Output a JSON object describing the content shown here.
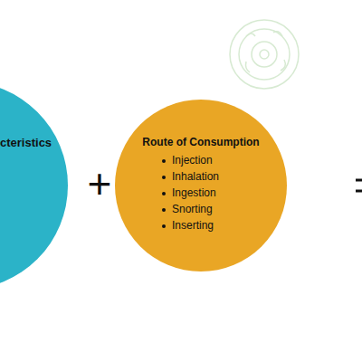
{
  "diagram": {
    "nodes": [
      {
        "text": [
          "cteristics"
        ]
      },
      {
        "text": [
          "Route of Consumption",
          "Injection",
          "Inhalation",
          "Ingestion",
          "Snorting",
          "Inserting"
        ]
      }
    ],
    "labels": [
      "+"
    ]
  }
}
